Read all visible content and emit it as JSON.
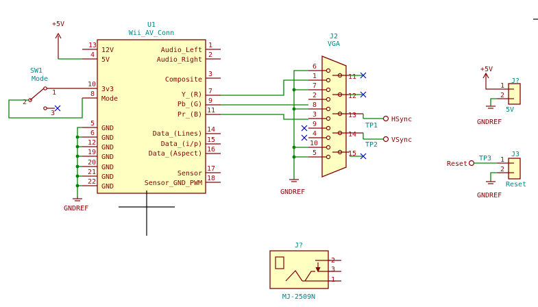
{
  "u1": {
    "ref": "U1",
    "value": "Wii_AV_Conn",
    "left_pins": [
      {
        "num": "13",
        "name": "12V"
      },
      {
        "num": "4",
        "name": "5V"
      },
      {
        "num": "10",
        "name": "3v3"
      },
      {
        "num": "8",
        "name": "Mode"
      },
      {
        "num": "5",
        "name": "GND"
      },
      {
        "num": "6",
        "name": "GND"
      },
      {
        "num": "12",
        "name": "GND"
      },
      {
        "num": "19",
        "name": "GND"
      },
      {
        "num": "20",
        "name": "GND"
      },
      {
        "num": "21",
        "name": "GND"
      },
      {
        "num": "22",
        "name": "GND"
      }
    ],
    "right_pins": [
      {
        "num": "1",
        "name": "Audio_Left"
      },
      {
        "num": "2",
        "name": "Audio_Right"
      },
      {
        "num": "3",
        "name": "Composite"
      },
      {
        "num": "7",
        "name": "Y_(R)"
      },
      {
        "num": "9",
        "name": "Pb_(G)"
      },
      {
        "num": "11",
        "name": "Pr_(B)"
      },
      {
        "num": "14",
        "name": "Data_(Lines)"
      },
      {
        "num": "15",
        "name": "Data_(i/p)"
      },
      {
        "num": "16",
        "name": "Data_(Aspect)"
      },
      {
        "num": "17",
        "name": "Sensor"
      },
      {
        "num": "18",
        "name": "Sensor_GND_PWM"
      }
    ]
  },
  "sw1": {
    "ref": "SW1",
    "value": "Mode",
    "pins": [
      "1",
      "2",
      "3"
    ]
  },
  "j2": {
    "ref": "J2",
    "value": "VGA",
    "left_pins": [
      "6",
      "1",
      "7",
      "2",
      "8",
      "3",
      "9",
      "4",
      "10",
      "5"
    ],
    "right_pins": [
      "11",
      "12",
      "13",
      "14",
      "15"
    ]
  },
  "tp1": {
    "ref": "TP1",
    "net": "HSync"
  },
  "tp2": {
    "ref": "TP2",
    "net": "VSync"
  },
  "tp3": {
    "ref": "TP3",
    "net": "Reset"
  },
  "j_5v": {
    "ref": "J?",
    "value": "5V",
    "pins": [
      "1",
      "2"
    ]
  },
  "j3": {
    "ref": "J3",
    "value": "Reset",
    "pins": [
      "1",
      "2"
    ]
  },
  "j_jack": {
    "ref": "J?",
    "value": "MJ-2509N",
    "pins": [
      "2",
      "3",
      "1"
    ]
  },
  "power": {
    "plus5v": "+5V",
    "gndref": "GNDREF"
  }
}
